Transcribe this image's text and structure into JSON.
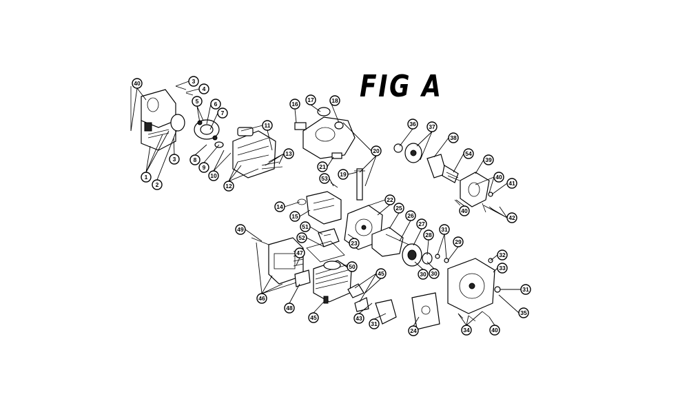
{
  "figure": {
    "title": "FIG A"
  },
  "callouts": [
    "40",
    "3",
    "4",
    "5",
    "6",
    "7",
    "11",
    "16",
    "17",
    "18",
    "36",
    "37",
    "38",
    "54",
    "39",
    "40",
    "41",
    "8",
    "9",
    "10",
    "12",
    "13",
    "3",
    "1",
    "2",
    "21",
    "19",
    "20",
    "53",
    "14",
    "15",
    "22",
    "25",
    "26",
    "27",
    "31",
    "28",
    "29",
    "40",
    "42",
    "51",
    "52",
    "23",
    "47",
    "50",
    "49",
    "46",
    "48",
    "45",
    "43",
    "31",
    "24",
    "30",
    "32",
    "33",
    "31",
    "35",
    "34",
    "40"
  ]
}
